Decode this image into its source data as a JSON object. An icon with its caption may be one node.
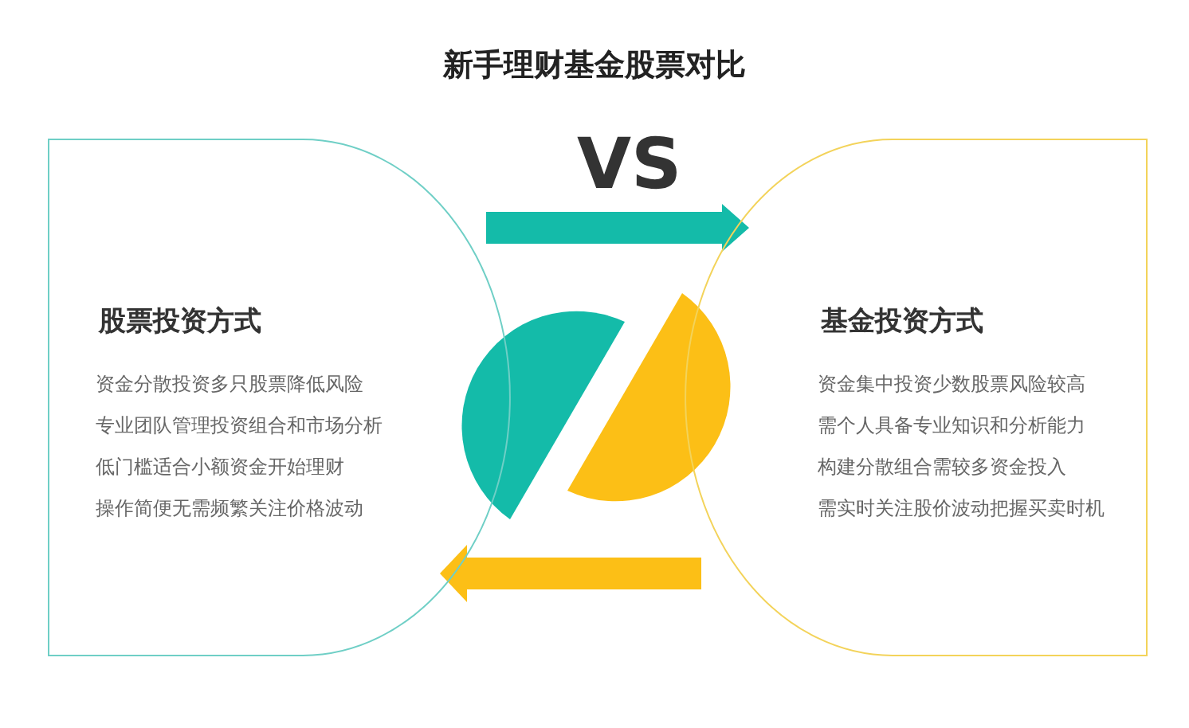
{
  "diagram": {
    "title": "新手理财基金股票对比",
    "nodes": [
      {
        "text": [
          "股票投资方式",
          "资金分散投资多只股票降低风险",
          "专业团队管理投资组合和市场分析",
          "低门槛适合小额资金开始理财",
          "操作简便无需频繁关注价格波动"
        ]
      },
      {
        "text": [
          "基金投资方式",
          "资金集中投资少数股票风险较高",
          "需个人具备专业知识和分析能力",
          "构建分散组合需较多资金投入",
          "需实时关注股价波动把握买卖时机"
        ]
      }
    ],
    "edges": [
      {
        "from": 0,
        "to": 1,
        "arrow": "to",
        "style": "thick",
        "color": "#14bba9"
      },
      {
        "from": 1,
        "to": 0,
        "arrow": "to",
        "style": "thick",
        "color": "#fcbf16"
      }
    ],
    "labels": [
      "VS"
    ]
  }
}
